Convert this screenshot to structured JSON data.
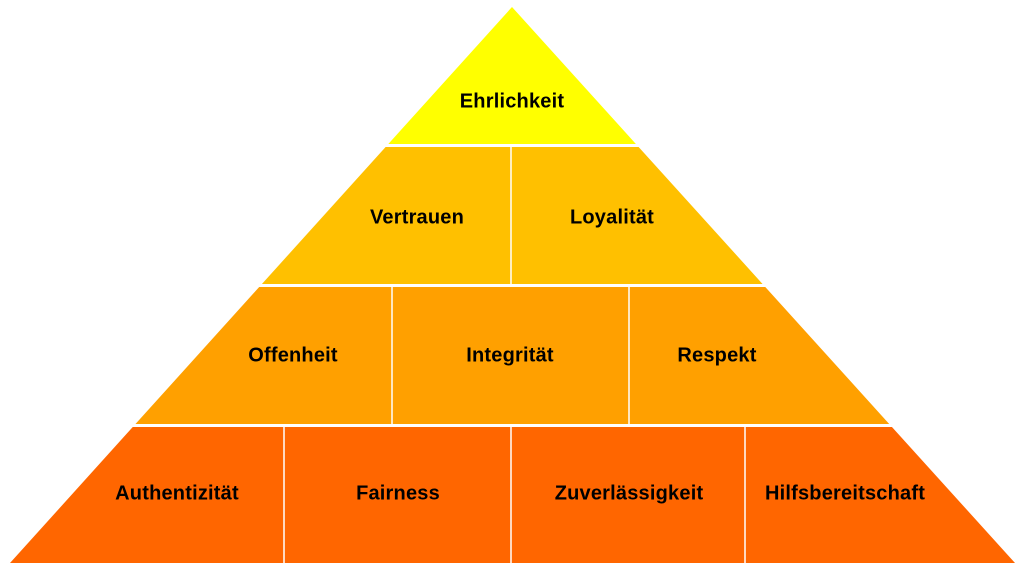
{
  "diagram": {
    "type": "pyramid",
    "background_color": "#FFFFFF",
    "text_color": "#000000",
    "divider_color": "rgba(255,255,255,0.75)",
    "levels": [
      {
        "name": "level-1-top",
        "color": "#FFFF00",
        "items": [
          {
            "label": "Ehrlichkeit"
          }
        ]
      },
      {
        "name": "level-2",
        "color": "#FFC000",
        "items": [
          {
            "label": "Vertrauen"
          },
          {
            "label": "Loyalität"
          }
        ]
      },
      {
        "name": "level-3",
        "color": "#FFA000",
        "items": [
          {
            "label": "Offenheit"
          },
          {
            "label": "Integrität"
          },
          {
            "label": "Respekt"
          }
        ]
      },
      {
        "name": "level-4-base",
        "color": "#FF6600",
        "items": [
          {
            "label": "Authentizität"
          },
          {
            "label": "Fairness"
          },
          {
            "label": "Zuverlässigkeit"
          },
          {
            "label": "Hilfsbereitschaft"
          }
        ]
      }
    ]
  }
}
